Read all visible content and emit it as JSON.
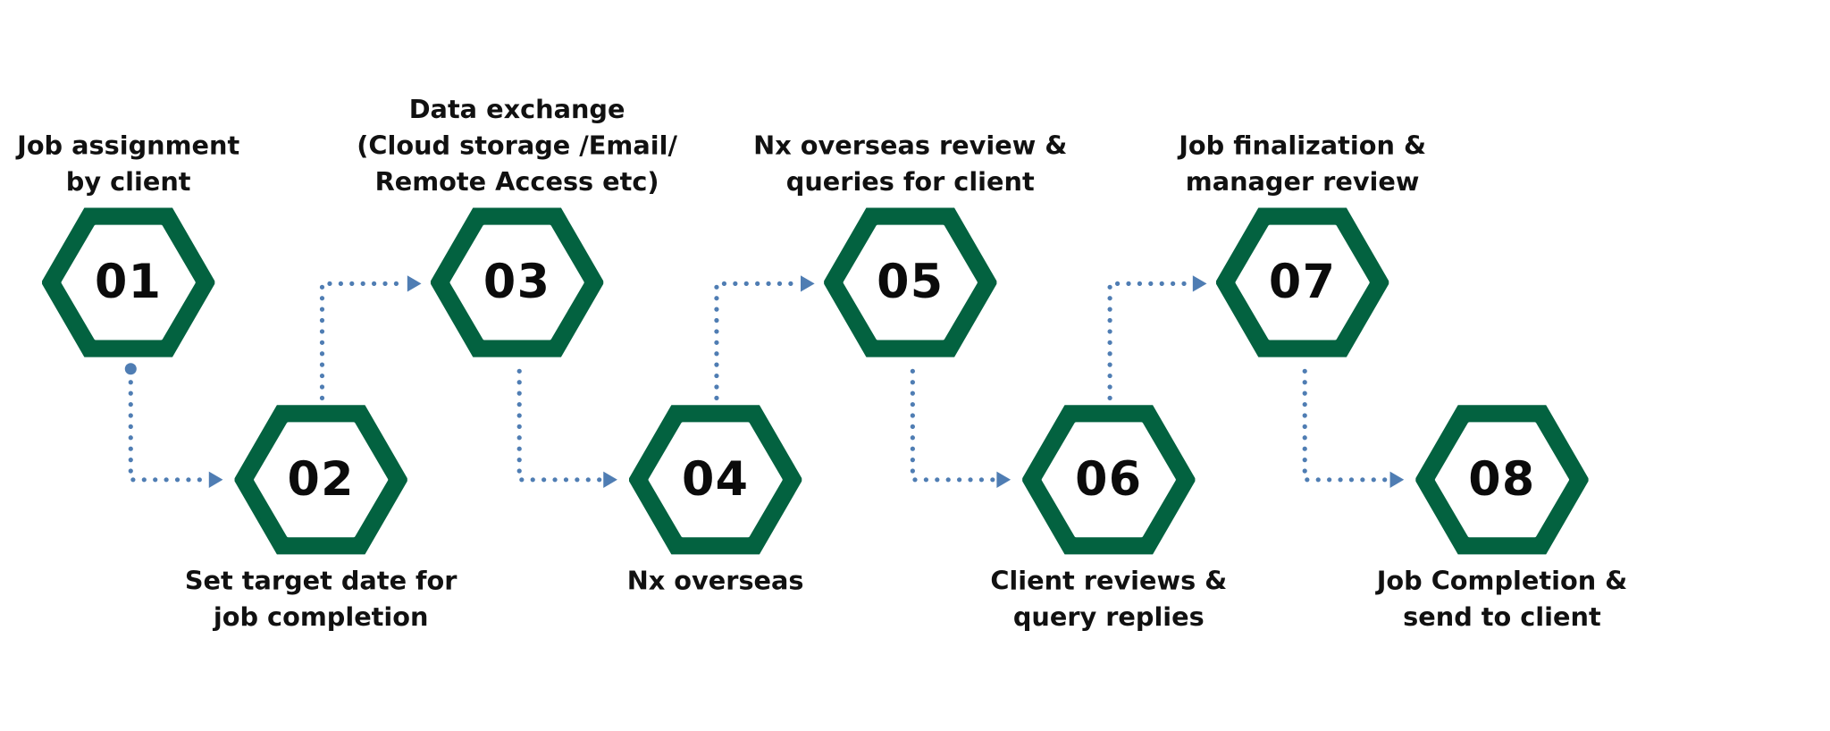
{
  "diagram": {
    "type": "process-flow",
    "colors": {
      "hexagon": "#036240",
      "connector": "#4f7db3",
      "text": "#111111",
      "background": "#ffffff"
    },
    "steps": [
      {
        "number": "01",
        "label_lines": [
          "Job assignment",
          "by client"
        ],
        "label_position": "top"
      },
      {
        "number": "02",
        "label_lines": [
          "Set target date for",
          "job completion"
        ],
        "label_position": "bottom"
      },
      {
        "number": "03",
        "label_lines": [
          "Data exchange",
          "(Cloud storage /Email/",
          "Remote Access etc)"
        ],
        "label_position": "top"
      },
      {
        "number": "04",
        "label_lines": [
          "Nx overseas"
        ],
        "label_position": "bottom"
      },
      {
        "number": "05",
        "label_lines": [
          "Nx overseas review &",
          "queries for client"
        ],
        "label_position": "top"
      },
      {
        "number": "06",
        "label_lines": [
          "Client reviews &",
          "query replies"
        ],
        "label_position": "bottom"
      },
      {
        "number": "07",
        "label_lines": [
          "Job finalization &",
          "manager review"
        ],
        "label_position": "top"
      },
      {
        "number": "08",
        "label_lines": [
          "Job Completion &",
          "send to client"
        ],
        "label_position": "bottom"
      }
    ],
    "connections": [
      {
        "from": "01",
        "to": "02"
      },
      {
        "from": "02",
        "to": "03"
      },
      {
        "from": "03",
        "to": "04"
      },
      {
        "from": "04",
        "to": "05"
      },
      {
        "from": "05",
        "to": "06"
      },
      {
        "from": "06",
        "to": "07"
      },
      {
        "from": "07",
        "to": "08"
      }
    ]
  }
}
